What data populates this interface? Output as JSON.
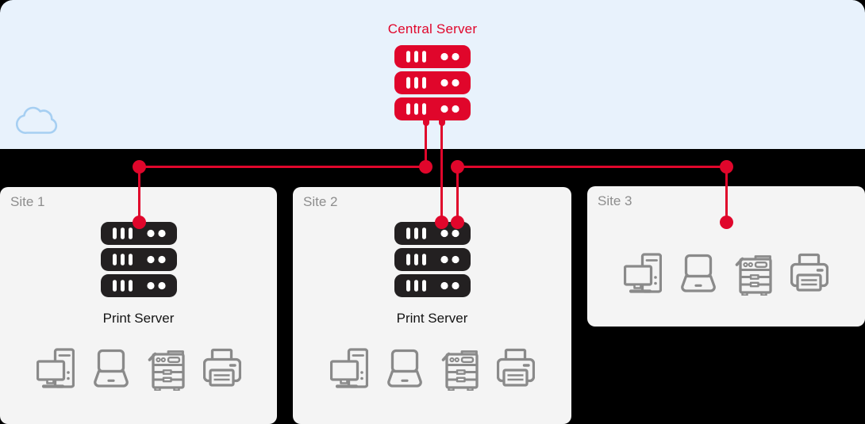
{
  "diagram": {
    "central_server": {
      "label": "Central Server"
    },
    "sites": [
      {
        "id": "site-1",
        "label": "Site 1",
        "has_print_server": true,
        "print_server_label": "Print Server",
        "devices": [
          "desktop-computer",
          "laptop",
          "multifunction-printer",
          "printer"
        ]
      },
      {
        "id": "site-2",
        "label": "Site 2",
        "has_print_server": true,
        "print_server_label": "Print Server",
        "devices": [
          "desktop-computer",
          "laptop",
          "multifunction-printer",
          "printer"
        ]
      },
      {
        "id": "site-3",
        "label": "Site 3",
        "has_print_server": false,
        "devices": [
          "desktop-computer",
          "laptop",
          "multifunction-printer",
          "printer"
        ]
      }
    ],
    "icons": {
      "cloud": "cloud-icon",
      "server": "server-stack-icon"
    },
    "colors": {
      "accent_red": "#e0062b",
      "cloud_zone_bg": "#e8f2fc",
      "cloud_outline": "#a6cff2",
      "site_panel_bg": "#f4f4f4",
      "server_black": "#232021",
      "device_icon_gray": "#8a8a8a",
      "site_label_gray": "#8d8d8d",
      "background": "#000000"
    }
  }
}
